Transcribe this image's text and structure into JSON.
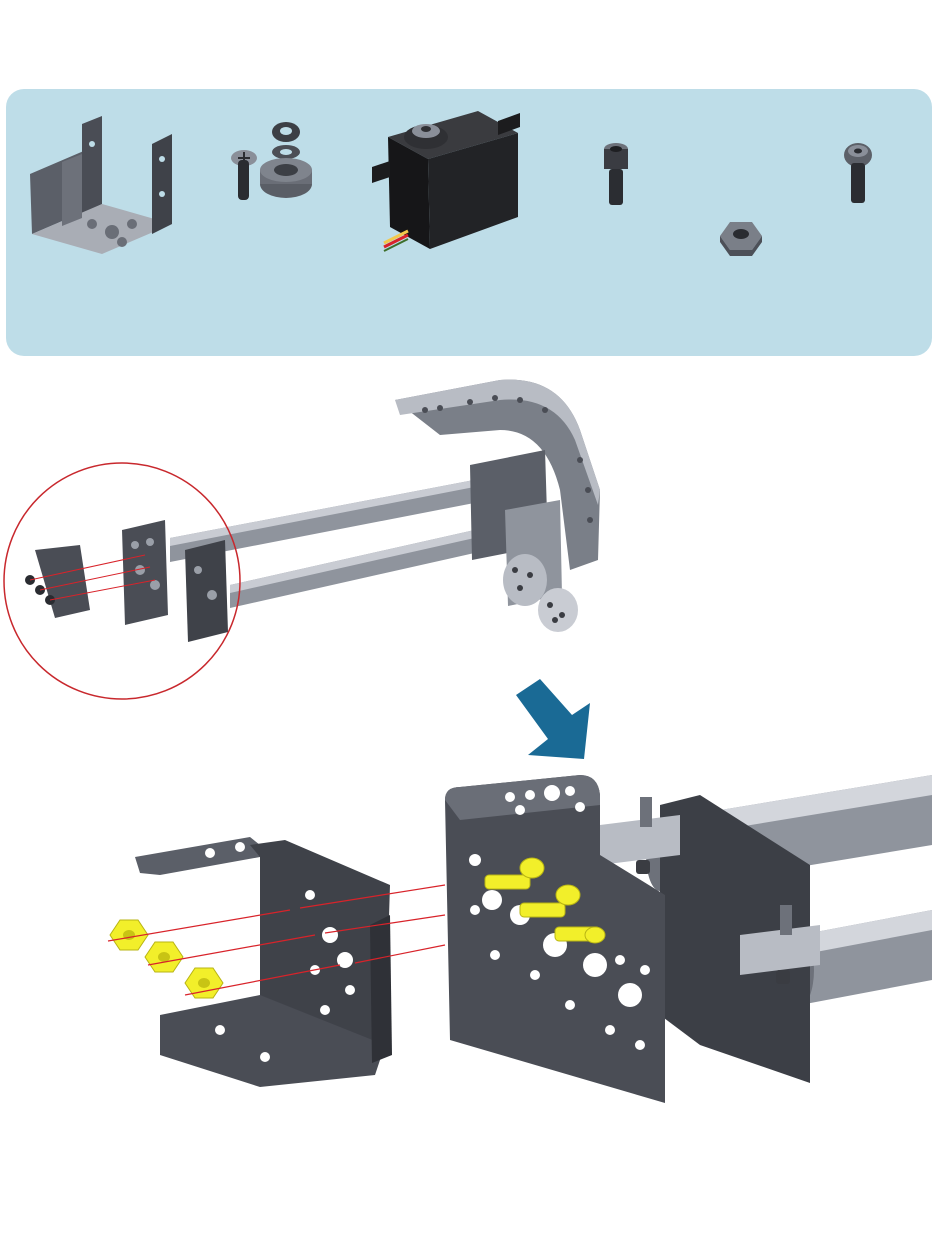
{
  "colors": {
    "panel_bg": "#bedde8",
    "metal_dark": "#4a4d55",
    "metal_mid": "#8a8f99",
    "metal_light": "#c9ccd3",
    "servo_body": "#1c1c1e",
    "highlight_yellow": "#f2ef2a",
    "guide_line": "#d8232a",
    "circle_outline": "#c8282d",
    "arrow_blue": "#1a6a95"
  },
  "parts_panel": {
    "parts": [
      {
        "icon": "multi-purpose-servo-bracket-icon"
      },
      {
        "icon": "servo-horn-screw-and-spacer-icon"
      },
      {
        "icon": "servo-motor-icon"
      },
      {
        "icon": "socket-head-cap-screw-icon"
      },
      {
        "icon": "kep-nut-icon"
      },
      {
        "icon": "button-head-screw-icon"
      }
    ]
  },
  "overview": {
    "callout": "zoom-circle",
    "icon": "exploded-arm-assembly-icon"
  },
  "step_arrow": {
    "icon": "down-right-arrow-icon"
  },
  "detail": {
    "icon": "bracket-fastening-detail-icon",
    "highlighted_screws": 3,
    "highlighted_nuts": 3
  }
}
